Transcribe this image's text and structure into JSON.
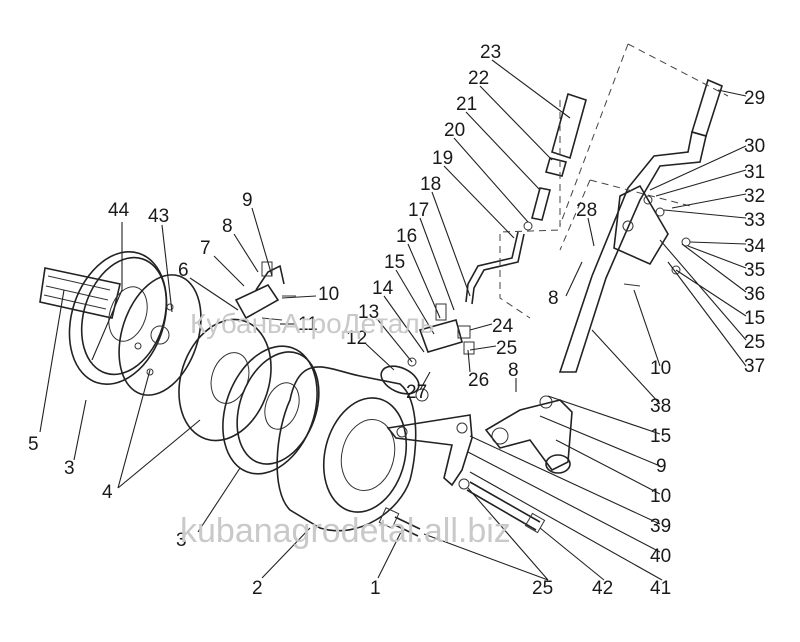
{
  "callouts": [
    "5",
    "44",
    "43",
    "9",
    "8",
    "7",
    "6",
    "10",
    "11",
    "3",
    "4",
    "4",
    "3",
    "2",
    "1",
    "25",
    "42",
    "41",
    "40",
    "39",
    "10",
    "9",
    "15",
    "38",
    "10",
    "15",
    "25",
    "37",
    "36",
    "35",
    "34",
    "33",
    "32",
    "31",
    "30",
    "29",
    "28",
    "8",
    "23",
    "22",
    "21",
    "20",
    "19",
    "18",
    "17",
    "16",
    "15",
    "14",
    "13",
    "12",
    "24",
    "25",
    "27",
    "26",
    "8"
  ],
  "watermarks": {
    "top": "КубаньАгроДеталь",
    "bottom": "kubanagrodetal.all.biz"
  }
}
